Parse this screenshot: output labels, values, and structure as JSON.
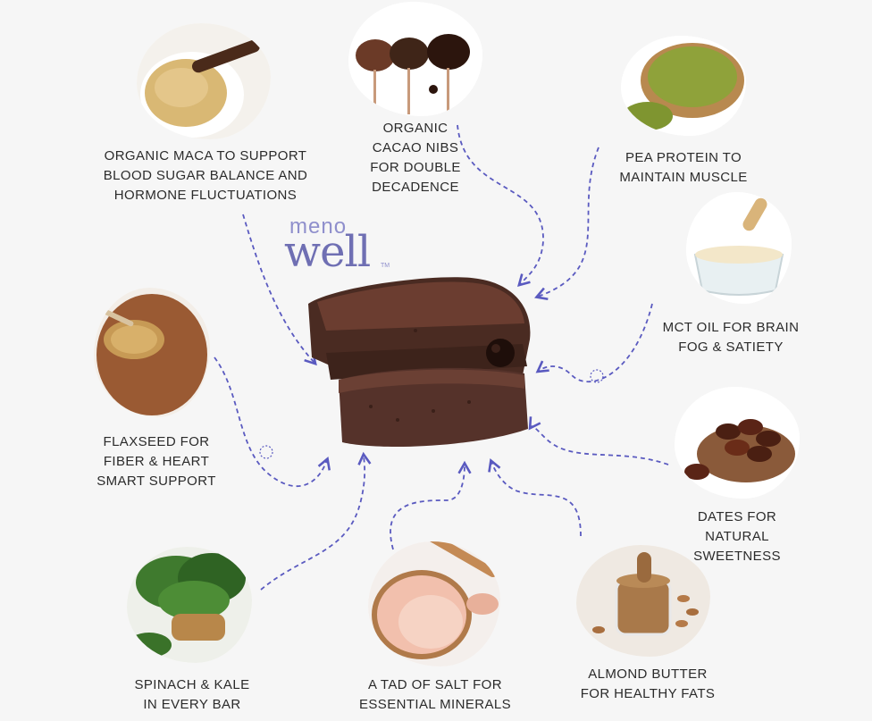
{
  "brand": {
    "line1": "meno",
    "line2": "well",
    "mark": "TM"
  },
  "ingredients": {
    "maca": {
      "label": "ORGANIC MACA TO SUPPORT\nBLOOD SUGAR BALANCE AND\nHORMONE FLUCTUATIONS"
    },
    "cacao": {
      "label": "ORGANIC\nCACAO NIBS\nFOR DOUBLE\nDECADENCE"
    },
    "pea": {
      "label": "PEA PROTEIN TO\nMAINTAIN MUSCLE"
    },
    "mct": {
      "label": "MCT OIL FOR BRAIN\nFOG & SATIETY"
    },
    "flax": {
      "label": "FLAXSEED FOR\nFIBER & HEART\nSMART SUPPORT"
    },
    "dates": {
      "label": "DATES FOR\nNATURAL\nSWEETNESS"
    },
    "spinach": {
      "label": "SPINACH & KALE\nIN EVERY BAR"
    },
    "salt": {
      "label": "A TAD OF SALT FOR\nESSENTIAL MINERALS"
    },
    "almond": {
      "label": "ALMOND BUTTER\nFOR HEALTHY FATS"
    }
  },
  "colors": {
    "arrow": "#5a5ac0",
    "text": "#2b2b2b",
    "logo": "#6f6fb3",
    "chocolate": "#4a2b22"
  }
}
